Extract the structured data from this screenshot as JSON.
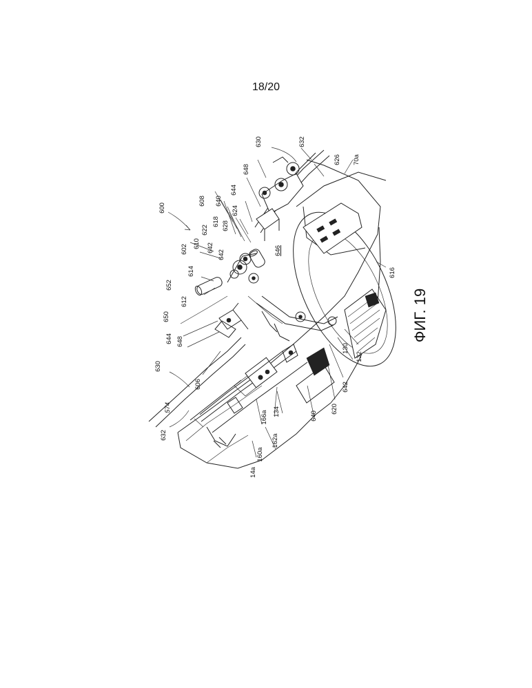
{
  "page": {
    "number": "18/20"
  },
  "figure": {
    "caption": "ФИГ. 19"
  },
  "reference_numerals": [
    "600",
    "602",
    "606",
    "608",
    "610",
    "612",
    "614",
    "616",
    "618",
    "620",
    "622",
    "624",
    "626",
    "628",
    "630",
    "630",
    "632",
    "632",
    "640",
    "640",
    "642",
    "642",
    "642",
    "644",
    "644",
    "646",
    "648",
    "648",
    "650",
    "652",
    "14a",
    "70a",
    "130",
    "132",
    "134",
    "160a",
    "162a",
    "166a",
    "574"
  ]
}
